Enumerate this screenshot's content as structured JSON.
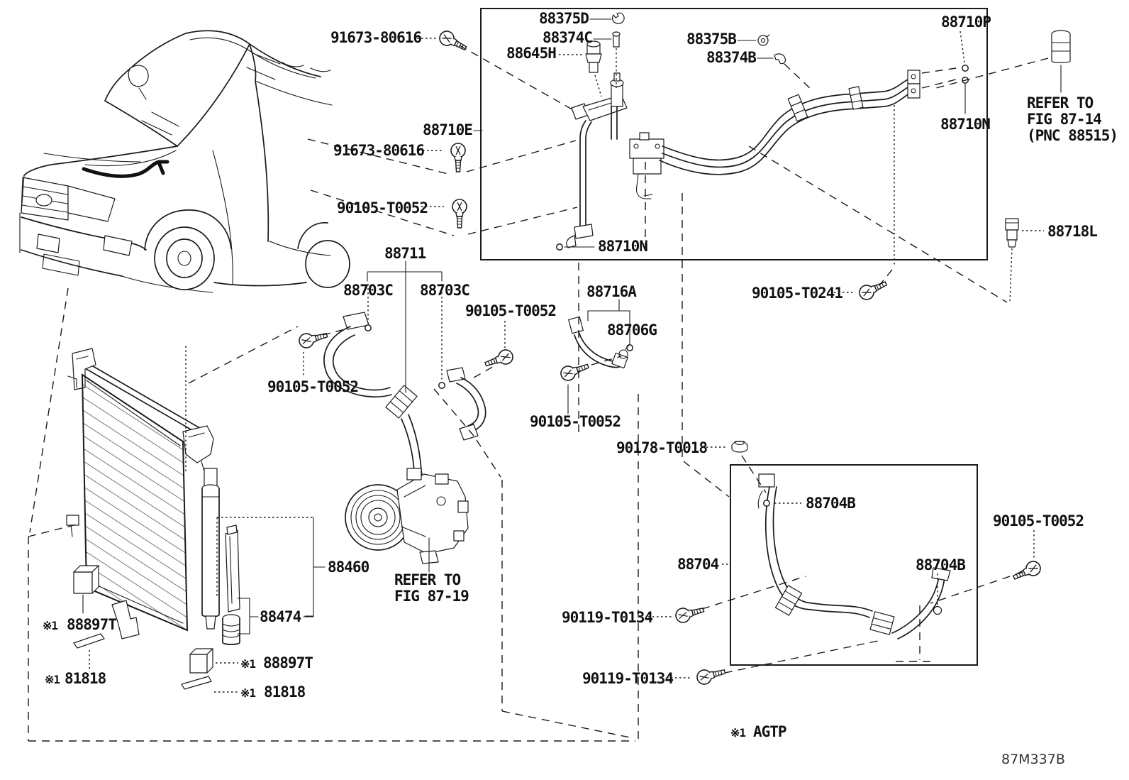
{
  "diagram": {
    "bg_color": "#ffffff",
    "line_color": "#1a1a1a",
    "figure_code": "87M337B",
    "footnote": {
      "marker": "※1",
      "text": "AGTP"
    },
    "notes": {
      "fig14": {
        "line1": "REFER TO",
        "line2": "FIG 87-14",
        "line3": "(PNC 88515)"
      },
      "fig19": {
        "line1": "REFER TO",
        "line2": "FIG 87-19"
      }
    },
    "callouts": [
      {
        "part": "88375D"
      },
      {
        "part": "88374C"
      },
      {
        "part": "88645H"
      },
      {
        "part": "88375B"
      },
      {
        "part": "88374B"
      },
      {
        "part": "88710P"
      },
      {
        "part": "91673-80616"
      },
      {
        "part": "88710E"
      },
      {
        "part": "91673-80616"
      },
      {
        "part": "90105-T0052"
      },
      {
        "part": "88710N"
      },
      {
        "part": "88710N"
      },
      {
        "part": "88718L"
      },
      {
        "part": "90105-T0241"
      },
      {
        "part": "88711"
      },
      {
        "part": "88703C"
      },
      {
        "part": "88703C"
      },
      {
        "part": "90105-T0052"
      },
      {
        "part": "90105-T0052"
      },
      {
        "part": "88716A"
      },
      {
        "part": "88706G"
      },
      {
        "part": "90105-T0052"
      },
      {
        "part": "90178-T0018"
      },
      {
        "part": "88704B"
      },
      {
        "part": "88704"
      },
      {
        "part": "88704B"
      },
      {
        "part": "90119-T0134"
      },
      {
        "part": "90119-T0134"
      },
      {
        "part": "90105-T0052"
      },
      {
        "part": "88460"
      },
      {
        "part": "88474"
      },
      {
        "marker": "※1",
        "part": "88897T"
      },
      {
        "marker": "※1",
        "part": "81818"
      },
      {
        "marker": "※1",
        "part": "88897T"
      },
      {
        "marker": "※1",
        "part": "81818"
      }
    ],
    "icons": {
      "screw-icon": "pan-head screw side view",
      "nut-icon": "hex nut",
      "clip-icon": "pipe clip / o-ring",
      "grommet-icon": "ribbed grommet",
      "valve-icon": "charge valve",
      "ring-target-icon": "bolt-hole ring"
    }
  }
}
